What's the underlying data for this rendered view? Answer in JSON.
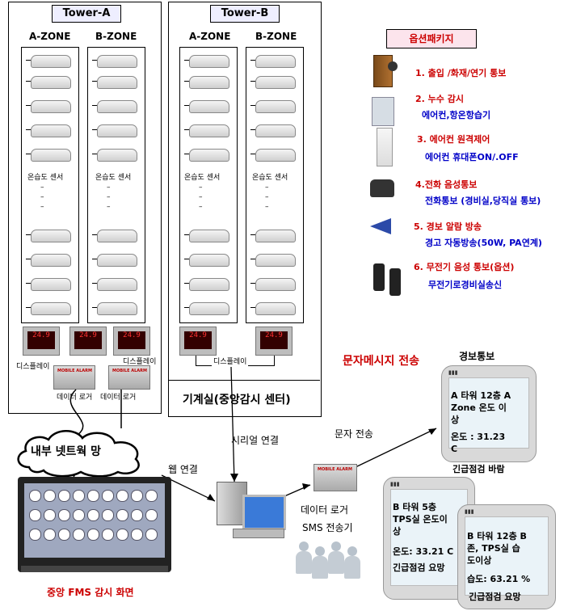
{
  "tower_a": {
    "title": "Tower-A",
    "zone_a": "A-ZONE",
    "zone_b": "B-ZONE",
    "sensor_a": "온습도 센서",
    "sensor_b": "온습도 센서",
    "display_label": "디스플레이",
    "logger_a": "데이터 로거",
    "logger_b": "데이터 로거"
  },
  "tower_b": {
    "title": "Tower-B",
    "zone_a": "A-ZONE",
    "zone_b": "B-ZONE",
    "sensor_a": "온습도 센서",
    "sensor_b": "온습도 센서",
    "display_label": "디스플레이",
    "machine_room": "기계실(중앙감시 센터)"
  },
  "displays": {
    "digits": "24.9"
  },
  "logger_tag": "MOBILE ALARM",
  "options": {
    "title": "옵션패키지",
    "items": [
      {
        "title": "1. 출입 /화재/연기 통보",
        "sub": ""
      },
      {
        "title": "2. 누수 감시",
        "sub": "에어컨,항온항습기"
      },
      {
        "title": "3. 에어컨 원격제어",
        "sub": "에어컨 휴대폰ON/.OFF"
      },
      {
        "title": "4.전화 음성통보",
        "sub": "전화통보 (경비실,당직실 통보)"
      },
      {
        "title": "5. 경보 알람 방송",
        "sub": "경고 자동방송(50W, PA연계)"
      },
      {
        "title": "6. 무전기 음성 통보(옵션)",
        "sub": "무전기로경비실송신"
      }
    ]
  },
  "sms": {
    "title": "문자메시지 전송",
    "alert_title": "경보통보",
    "send_label": "문자 전송",
    "phone1": {
      "line1": "A 타워 12층 A",
      "line2": "Zone 온도 이",
      "line3": "상",
      "line4": "온도 : 31.23",
      "line5": "C",
      "urgent": "긴급점검 바람"
    },
    "phone2": {
      "line1": "B 타워 5층",
      "line2": "TPS실 온도이",
      "line3": "상",
      "line4": "온도: 33.21 C",
      "urgent": "긴급점검 요망"
    },
    "phone3": {
      "line1": "B 타워 12층 B",
      "line2": "존, TPS실 습",
      "line3": "도이상",
      "line4": "습도: 63.21 %",
      "urgent": "긴급점검 요망"
    }
  },
  "network": {
    "label": "내부 넷트웍 망",
    "web": "웹 연결",
    "serial": "시리얼 연결"
  },
  "center": {
    "logger": "데이터 로거",
    "sms": "SMS 전송기",
    "fms": "중앙 FMS 감시 화면"
  },
  "colors": {
    "red": "#cc0000",
    "blue": "#0000c8"
  }
}
